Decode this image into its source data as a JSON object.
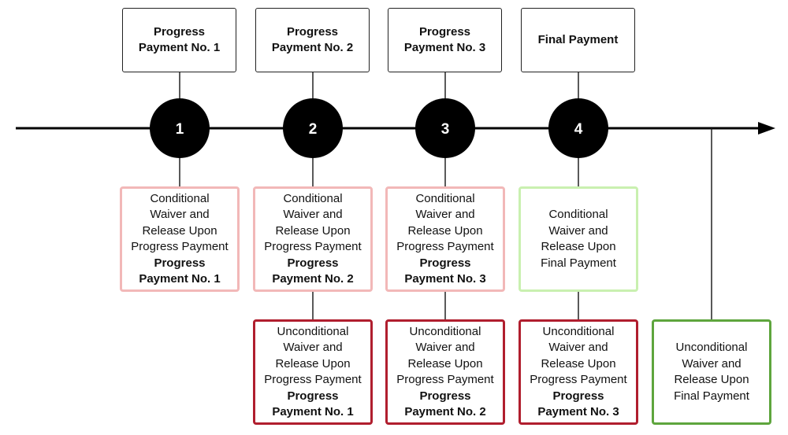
{
  "milestones": [
    {
      "number": "1",
      "top_label_1": "Progress",
      "top_label_2": "Payment No. 1"
    },
    {
      "number": "2",
      "top_label_1": "Progress",
      "top_label_2": "Payment No. 2"
    },
    {
      "number": "3",
      "top_label_1": "Progress",
      "top_label_2": "Payment No. 3"
    },
    {
      "number": "4",
      "top_label_1": "Final Payment",
      "top_label_2": ""
    }
  ],
  "conditional_waivers": [
    {
      "lines": [
        "Conditional",
        "Waiver and",
        "Release Upon",
        "Progress Payment"
      ],
      "bold_lines": [
        "Progress",
        "Payment No. 1"
      ]
    },
    {
      "lines": [
        "Conditional",
        "Waiver and",
        "Release Upon",
        "Progress Payment"
      ],
      "bold_lines": [
        "Progress",
        "Payment No. 2"
      ]
    },
    {
      "lines": [
        "Conditional",
        "Waiver and",
        "Release Upon",
        "Progress Payment"
      ],
      "bold_lines": [
        "Progress",
        "Payment No. 3"
      ]
    },
    {
      "lines": [
        "Conditional",
        "Waiver and",
        "Release Upon",
        "Final Payment"
      ],
      "bold_lines": []
    }
  ],
  "unconditional_waivers": [
    {
      "lines": [
        "Unconditional",
        "Waiver and",
        "Release Upon",
        "Progress Payment"
      ],
      "bold_lines": [
        "Progress",
        "Payment No. 1"
      ]
    },
    {
      "lines": [
        "Unconditional",
        "Waiver and",
        "Release Upon",
        "Progress Payment"
      ],
      "bold_lines": [
        "Progress",
        "Payment No. 2"
      ]
    },
    {
      "lines": [
        "Unconditional",
        "Waiver and",
        "Release Upon",
        "Progress Payment"
      ],
      "bold_lines": [
        "Progress",
        "Payment No. 3"
      ]
    },
    {
      "lines": [
        "Unconditional",
        "Waiver and",
        "Release Upon",
        "Final Payment"
      ],
      "bold_lines": []
    }
  ],
  "colors": {
    "timeline": "#000000",
    "node_fill": "#000000",
    "conditional_border": "#f2b8b8",
    "conditional_final_border": "#c9f0b0",
    "unconditional_border": "#b01e2e",
    "unconditional_final_border": "#5ea53d"
  }
}
